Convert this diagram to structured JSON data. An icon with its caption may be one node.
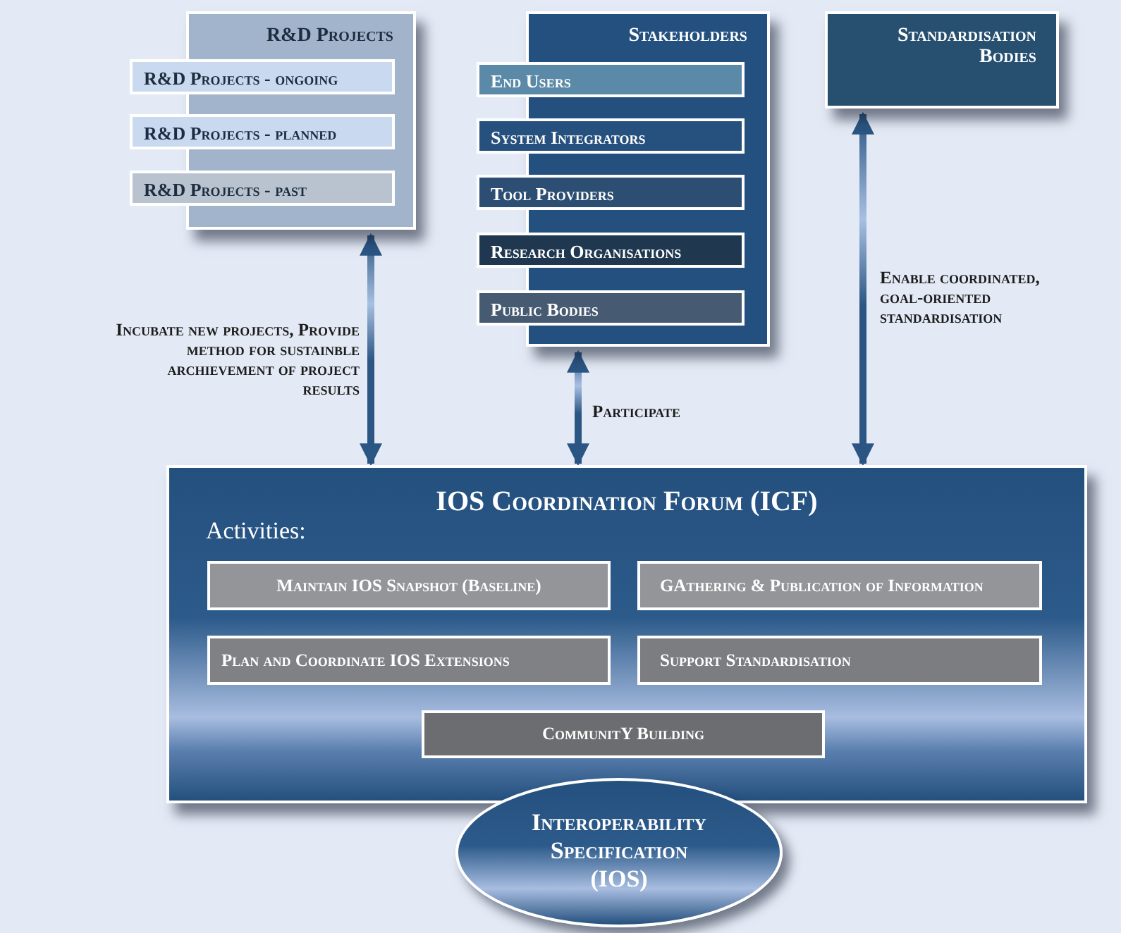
{
  "diagram": {
    "nodes": [
      {
        "text": [
          "R&D Projects"
        ]
      },
      {
        "text": [
          "R&D Projects - ongoing"
        ]
      },
      {
        "text": [
          "R&D Projects - planned"
        ]
      },
      {
        "text": [
          "R&D Projects - past"
        ]
      },
      {
        "text": [
          "Stakeholders"
        ]
      },
      {
        "text": [
          "End Users"
        ]
      },
      {
        "text": [
          "System Integrators"
        ]
      },
      {
        "text": [
          "Tool Providers"
        ]
      },
      {
        "text": [
          "Research Organisations"
        ]
      },
      {
        "text": [
          "Public Bodies"
        ]
      },
      {
        "text": [
          "Standardisation Bodies"
        ]
      },
      {
        "text": [
          "IOS Coordination Forum (ICF)",
          "Activities:"
        ]
      },
      {
        "text": [
          "Maintain IOS Snapshot (Baseline)"
        ],
        "in": 11
      },
      {
        "text": [
          "GAthering & Publication of Information"
        ],
        "in": 11
      },
      {
        "text": [
          "Plan and Coordinate IOS Extensions"
        ],
        "in": 11
      },
      {
        "text": [
          "Support Standardisation"
        ],
        "in": 11
      },
      {
        "text": [
          "CommunitY Building"
        ],
        "in": 11
      },
      {
        "text": [
          "Interoperability Specification (IOS)"
        ]
      }
    ],
    "edges": [
      {
        "from": 0,
        "to": 11,
        "arrow": "both",
        "label": "Incubate new projects, Provide method for sustainble archievement of project results"
      },
      {
        "from": 4,
        "to": 11,
        "arrow": "both",
        "label": "Participate"
      },
      {
        "from": 10,
        "to": 11,
        "arrow": "both",
        "label": "Enable coordinated, goal-oriented standardisation"
      }
    ]
  }
}
